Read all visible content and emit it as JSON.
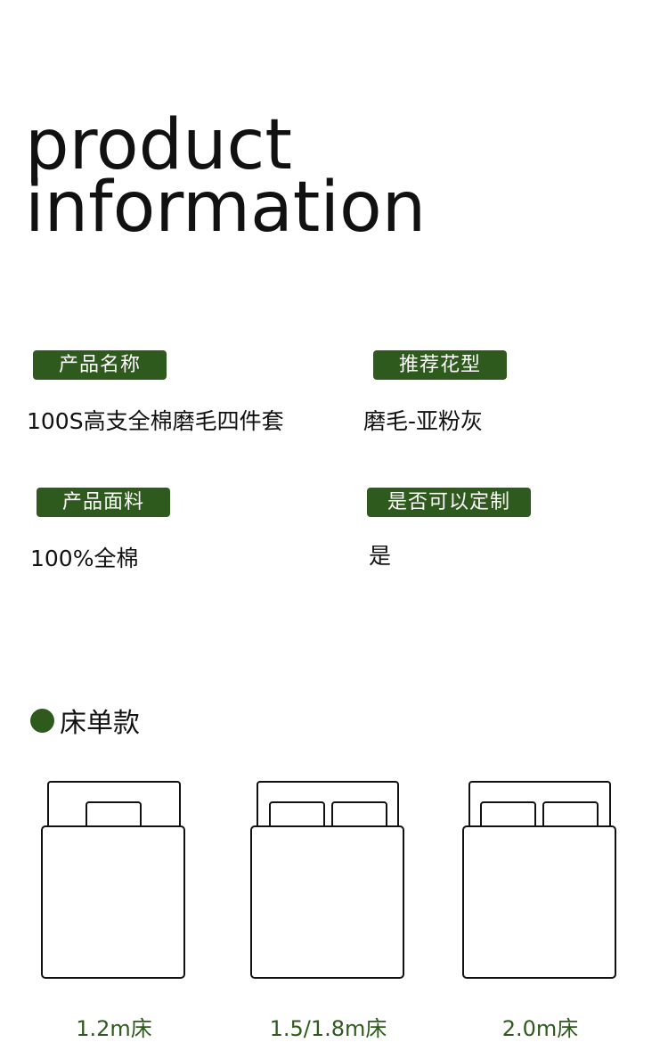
{
  "header": {
    "line1": "product",
    "line2": "information"
  },
  "specs": [
    {
      "label": "产品名称",
      "value": "100S高支全棉磨毛四件套"
    },
    {
      "label": "推荐花型",
      "value": "磨毛-亚粉灰"
    },
    {
      "label": "产品面料",
      "value": "100%全棉"
    },
    {
      "label": "是否可以定制",
      "value": "是"
    }
  ],
  "section": {
    "title": "床单款"
  },
  "beds": [
    {
      "label": "1.2m床",
      "pillows": 1
    },
    {
      "label": "1.5/1.8m床",
      "pillows": 2
    },
    {
      "label": "2.0m床",
      "pillows": 2
    }
  ],
  "colors": {
    "accent": "#2f5a1d",
    "text": "#111111",
    "background": "#ffffff"
  }
}
